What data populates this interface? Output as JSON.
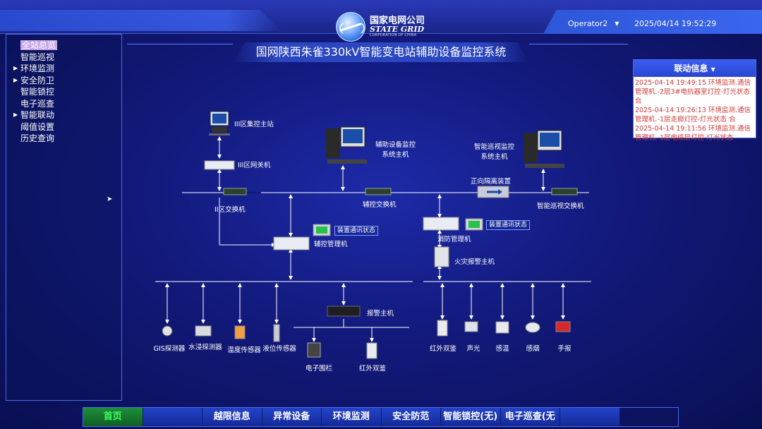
{
  "header": {
    "logo_cn": "国家电网公司",
    "logo_en": "STATE GRID",
    "logo_sub": "CORPORATION OF CHINA",
    "operator": "Operator2",
    "datetime": "2025/04/14 19:52:29",
    "title": "国网陕西朱雀330kV智能变电站辅助设备监控系统"
  },
  "sidebar": {
    "items": [
      {
        "label": "全站总览",
        "expandable": false,
        "active": true
      },
      {
        "label": "智能巡视",
        "expandable": false,
        "active": false
      },
      {
        "label": "环境监测",
        "expandable": true,
        "active": false
      },
      {
        "label": "安全防卫",
        "expandable": true,
        "active": false
      },
      {
        "label": "智能锁控",
        "expandable": false,
        "active": false
      },
      {
        "label": "电子巡查",
        "expandable": false,
        "active": false
      },
      {
        "label": "智能联动",
        "expandable": true,
        "active": false
      },
      {
        "label": "阈值设置",
        "expandable": false,
        "active": false
      },
      {
        "label": "历史查询",
        "expandable": false,
        "active": false
      }
    ]
  },
  "linkage": {
    "title": "联动信息",
    "logs": [
      "2025-04-14 19:49:15 环境监测.通信管理机.-2层3#电抗器室灯控-灯光状态 合",
      "2025-04-14 19:26:13 环境监测.通信管理机.-1层走廊灯控-灯光状态 合",
      "2025-04-14 19:11:56 环境监测.通信管理机.-1层电缆层灯控-灯光状态"
    ]
  },
  "diagram": {
    "nodes": {
      "iii_master": "III区集控主站",
      "iii_gateway": "III区网关机",
      "ii_switch": "II区交换机",
      "aux_host": "辅助设备监控\n系统主机",
      "aux_switch": "辅控交换机",
      "isolator": "正向隔离装置",
      "patrol_host": "智能巡视监控\n系统主机",
      "patrol_switch": "智能巡视交换机",
      "aux_mgr": "辅控管理机",
      "fire_mgr": "消防管理机",
      "fire_alarm": "火灾报警主机",
      "alarm_host": "报警主机",
      "status_label": "装置通讯状态",
      "sensors_left": [
        "GIS探测器",
        "水浸探测器",
        "温度传感器",
        "液位传感器"
      ],
      "sensors_alarm": [
        "电子围栏",
        "红外双鉴"
      ],
      "sensors_fire": [
        "红外双鉴",
        "声光",
        "感温",
        "感烟",
        "手报"
      ]
    }
  },
  "bottom_nav": {
    "tabs": [
      {
        "label": "首页",
        "active": true
      },
      {
        "label": "",
        "active": false
      },
      {
        "label": "越限信息",
        "active": false
      },
      {
        "label": "异常设备",
        "active": false
      },
      {
        "label": "环境监测",
        "active": false
      },
      {
        "label": "安全防范",
        "active": false
      },
      {
        "label": "智能锁控(无)",
        "active": false
      },
      {
        "label": "电子巡查(无",
        "active": false
      },
      {
        "label": "",
        "active": false
      }
    ]
  },
  "colors": {
    "background": "#12197a",
    "accent": "#3a5fe8",
    "active_tab": "#3dff5e",
    "log_text": "#d23a3a",
    "menu_highlight": "#c9a6e8"
  }
}
